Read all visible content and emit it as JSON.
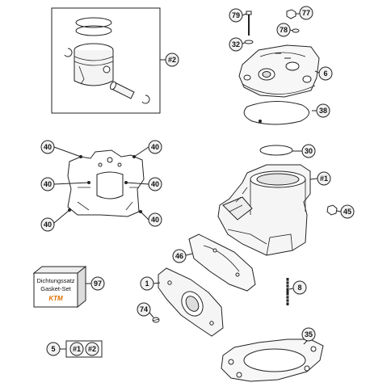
{
  "colors": {
    "callout_fill": "#f2f2f2",
    "callout_stroke": "#222222",
    "line": "#222222",
    "part_fill": "#ffffff",
    "part_shade": "#d9d9d9",
    "logo_accent": "#e07000"
  },
  "callouts": {
    "c2": "#2",
    "c79": "79",
    "c77": "77",
    "c78": "78",
    "c32": "32",
    "c6": "6",
    "c38": "38",
    "c30": "30",
    "c1a": "#1",
    "c45": "45",
    "c46": "46",
    "c1": "1",
    "c8": "8",
    "c74": "74",
    "c35": "35",
    "c97": "97",
    "c5": "5",
    "c5_parts": [
      "#1",
      "#2"
    ],
    "c40": [
      "40",
      "40",
      "40",
      "40",
      "40",
      "40"
    ]
  },
  "gasket_set_box": {
    "line1": "Dichtungssatz",
    "line2": "Gasket-Set",
    "logo": "KTM"
  }
}
